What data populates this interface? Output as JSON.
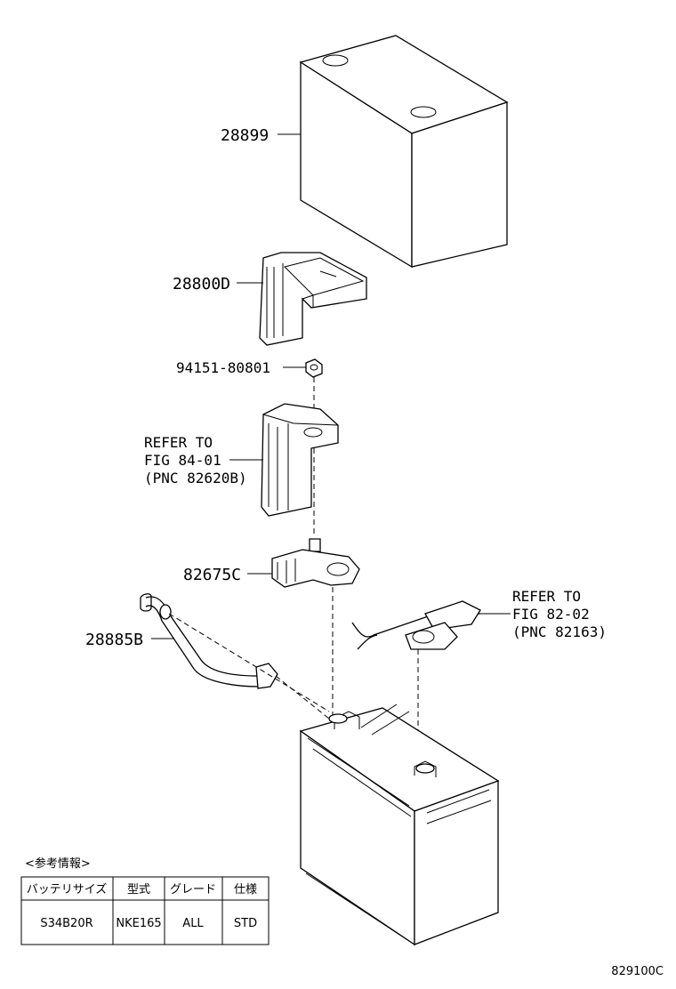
{
  "parts": {
    "p28899": "28899",
    "p28800d": "28800D",
    "p94151": "94151-80801",
    "p82675c": "82675C",
    "p28885b": "28885B"
  },
  "refer1": {
    "line1": "REFER TO",
    "line2": "FIG 84-01",
    "line3": "(PNC 82620B)"
  },
  "refer2": {
    "line1": "REFER TO",
    "line2": "FIG 82-02",
    "line3": "(PNC 82163)"
  },
  "reference_info": {
    "title": "<参考情報>",
    "headers": [
      "バッテリサイズ",
      "型式",
      "グレード",
      "仕様"
    ],
    "row": [
      "S34B20R",
      "NKE165",
      "ALL",
      "STD"
    ]
  },
  "figure_code": "829100C"
}
